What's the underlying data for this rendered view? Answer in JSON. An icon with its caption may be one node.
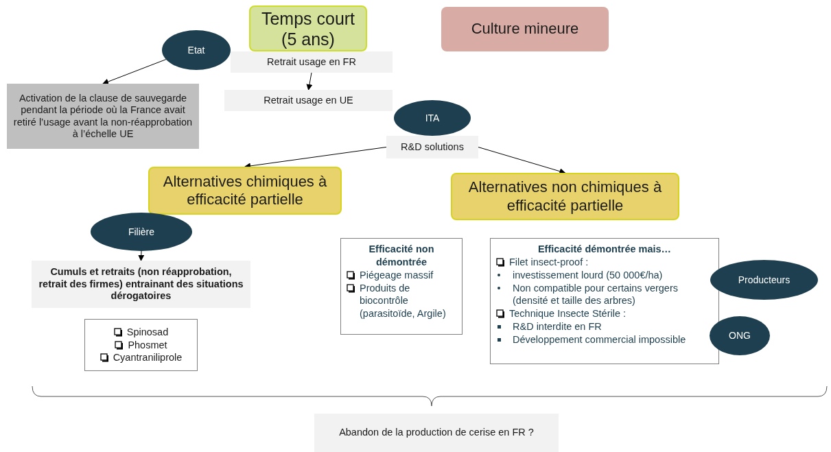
{
  "diagram": {
    "nodes": [
      {
        "text": [
          "Temps court (5 ans)"
        ]
      },
      {
        "text": [
          "Culture mineure"
        ]
      },
      {
        "text": [
          "Etat"
        ]
      },
      {
        "text": [
          "Retrait usage en FR"
        ]
      },
      {
        "text": [
          "Retrait usage en UE"
        ]
      },
      {
        "text": [
          "Activation de la clause de sauvegarde pendant la période où la France avait retiré l’usage avant la non-réapprobation à l’échelle UE"
        ]
      },
      {
        "text": [
          "ITA"
        ]
      },
      {
        "text": [
          "R&D solutions"
        ]
      },
      {
        "text": [
          "Alternatives chimiques à efficacité partielle"
        ]
      },
      {
        "text": [
          "Filière"
        ]
      },
      {
        "text": [
          "Cumuls et retraits (non réapprobation, retrait des firmes) entrainant des situations dérogatoires"
        ]
      },
      {
        "text": [
          "Spinosad",
          "Phosmet",
          "Cyantraniliprole"
        ]
      },
      {
        "text": [
          "Alternatives non chimiques à efficacité partielle"
        ]
      },
      {
        "text": [
          "Efficacité non démontrée",
          "Piégeage massif",
          "Produits de biocontrôle (parasitoïde, Argile)"
        ]
      },
      {
        "text": [
          "Efficacité démontrée mais…",
          "Filet insect-proof :",
          "investissement lourd (50 000€/ha)",
          "Non compatible pour certains vergers (densité et taille des arbres)",
          "Technique Insecte Stérile :",
          "R&D interdite en FR",
          "Développement commercial impossible"
        ]
      },
      {
        "text": [
          "Producteurs"
        ]
      },
      {
        "text": [
          "ONG"
        ]
      },
      {
        "text": [
          "Abandon de la production de cerise en FR ?"
        ]
      }
    ],
    "edges": [
      {
        "from": 2,
        "to": 5,
        "arrow": "to"
      },
      {
        "from": 3,
        "to": 4,
        "arrow": "to"
      },
      {
        "from": 7,
        "to": 8,
        "arrow": "to"
      },
      {
        "from": 7,
        "to": 12,
        "arrow": "to"
      },
      {
        "from": 9,
        "to": 10,
        "arrow": "to"
      }
    ]
  }
}
